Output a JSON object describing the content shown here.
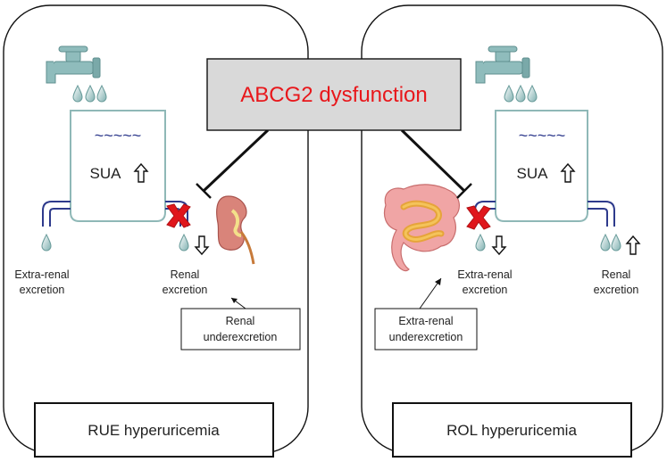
{
  "title": "ABCG2 dysfunction",
  "left_panel": {
    "label": "RUE hyperuricemia",
    "tank_label": "SUA",
    "water_marks": "~~~~~",
    "extrarenal_excretion": [
      "Extra-renal",
      "excretion"
    ],
    "renal_excretion": [
      "Renal",
      "excretion"
    ],
    "note": [
      "Renal",
      "underexcretion"
    ]
  },
  "right_panel": {
    "label": "ROL hyperuricemia",
    "tank_label": "SUA",
    "water_marks": "~~~~~",
    "extrarenal_excretion": [
      "Extra-renal",
      "excretion"
    ],
    "renal_excretion": [
      "Renal",
      "excretion"
    ],
    "note": [
      "Extra-renal",
      "underexcretion"
    ]
  },
  "icons": {
    "faucet": "faucet-icon",
    "kidney": "kidney-icon",
    "intestine": "intestine-icon",
    "block": "red-x-icon",
    "increase": "up-arrow-icon",
    "decrease": "down-arrow-icon"
  },
  "colors": {
    "title_text": "#e8171b",
    "title_bg": "#d9d9d9",
    "tank_border": "#8fb8b7",
    "pipe": "#2e3a8c",
    "drop": "#8fb8b7",
    "cross": "#e0161c"
  }
}
